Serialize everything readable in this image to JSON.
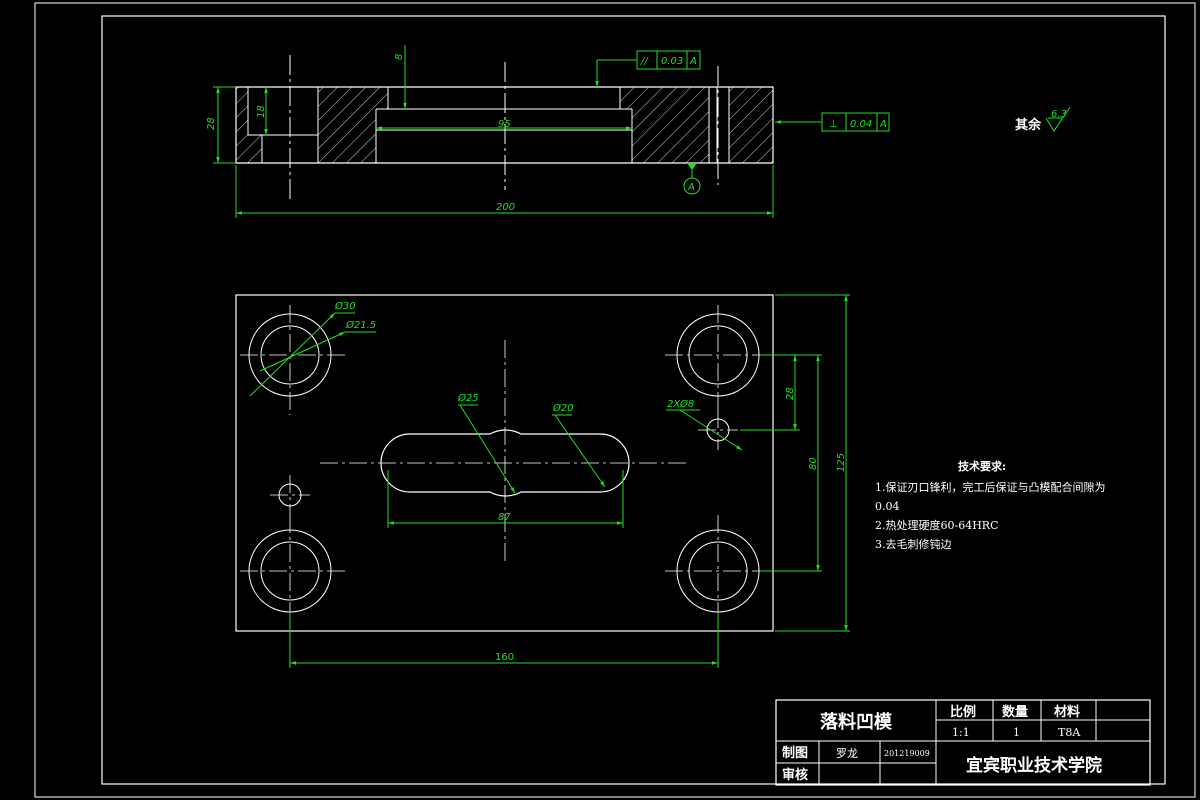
{
  "section_view": {
    "dim_thickness": "28",
    "dim_counterbore": "18",
    "dim_pocket_depth": "8",
    "dim_pocket_width": "95",
    "dim_length": "200",
    "parallelism": {
      "symbol": "//",
      "value": "0.03",
      "datum": "A"
    },
    "perpendicularity": {
      "symbol": "⊥",
      "value": "0.04",
      "datum": "A"
    },
    "datum_label": "A"
  },
  "surface_finish": {
    "label": "其余",
    "value": "6.3"
  },
  "plan_view": {
    "dim_dia_30": "Ø30",
    "dim_dia_21_5": "Ø21.5",
    "dim_dia_25": "Ø25",
    "dim_dia_20": "Ø20",
    "dim_pin_holes": "2XØ8",
    "dim_28": "28",
    "dim_80": "80",
    "dim_125": "125",
    "dim_87": "87",
    "dim_160": "160"
  },
  "tech_requirements": {
    "title": "技术要求:",
    "lines": [
      "1.保证刃口锋利，完工后保证与凸模配合间隙为",
      "0.04",
      "2.热处理硬度60-64HRC",
      "3.去毛刺修钝边"
    ]
  },
  "title_block": {
    "part_name": "落料凹模",
    "scale_label": "比例",
    "qty_label": "数量",
    "material_label": "材料",
    "scale_value": "1:1",
    "qty_value": "1",
    "material_value": "T8A",
    "drawn_label": "制图",
    "drawn_by": "罗龙",
    "student_no": "201219009",
    "checked_label": "审核",
    "school": "宜宾职业技术学院"
  }
}
